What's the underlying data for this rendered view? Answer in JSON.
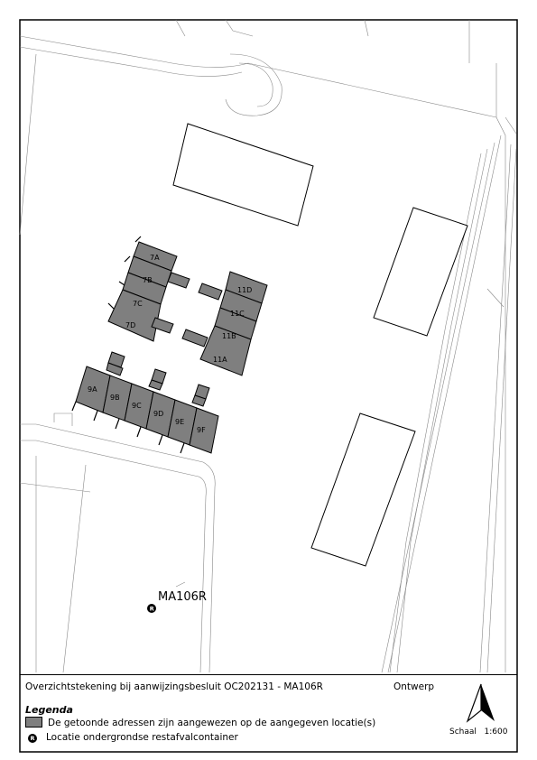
{
  "map": {
    "units": [
      {
        "label": "7A"
      },
      {
        "label": "7B"
      },
      {
        "label": "7C"
      },
      {
        "label": "7D"
      },
      {
        "label": "11D"
      },
      {
        "label": "11C"
      },
      {
        "label": "11B"
      },
      {
        "label": "11A"
      },
      {
        "label": "9A"
      },
      {
        "label": "9B"
      },
      {
        "label": "9C"
      },
      {
        "label": "9D"
      },
      {
        "label": "9E"
      },
      {
        "label": "9F"
      }
    ],
    "container_marker": {
      "label": "MA106R",
      "symbol": "R"
    },
    "colors": {
      "building_fill": "#7f7f7f",
      "outline": "#000000",
      "background": "#ffffff"
    }
  },
  "footer": {
    "title": "Overzichtstekening bij aanwijzingsbesluit  OC202131 - MA106R",
    "status": "Ontwerp",
    "legend_title": "Legenda",
    "legend_items": [
      {
        "label": "De getoonde adressen zijn aangewezen op de aangegeven locatie(s)",
        "icon": "grey-swatch"
      },
      {
        "label": "Locatie ondergrondse restafvalcontainer",
        "icon": "r-circle-icon"
      }
    ],
    "scale_label": "Schaal",
    "scale_value": "1:600"
  }
}
